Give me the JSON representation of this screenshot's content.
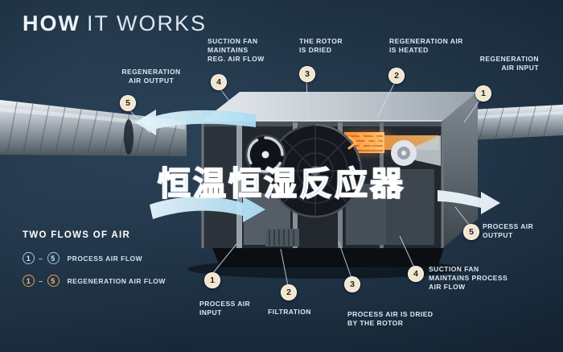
{
  "title": {
    "word1": "HOW",
    "word2": "IT WORKS"
  },
  "watermark": "恒温恒湿反应器",
  "regeneration_callouts": [
    {
      "num": "1",
      "label": "REGENERATION\nAIR INPUT"
    },
    {
      "num": "2",
      "label": "REGENERATION AIR\nIS HEATED"
    },
    {
      "num": "3",
      "label": "THE ROTOR\nIS DRIED"
    },
    {
      "num": "4",
      "label": "SUCTION FAN\nMAINTAINS\nREG. AIR FLOW"
    },
    {
      "num": "5",
      "label": "REGENERATION\nAIR OUTPUT"
    }
  ],
  "process_callouts": [
    {
      "num": "1",
      "label": "PROCESS AIR\nINPUT"
    },
    {
      "num": "2",
      "label": "FILTRATION"
    },
    {
      "num": "3",
      "label": "PROCESS AIR IS DRIED\nBY THE ROTOR"
    },
    {
      "num": "4",
      "label": "SUCTION FAN\nMAINTAINS PROCESS\nAIR FLOW"
    },
    {
      "num": "5",
      "label": "PROCESS AIR\nOUTPUT"
    }
  ],
  "legend": {
    "heading": "TWO FLOWS OF AIR",
    "range_separator": "–",
    "rows": [
      {
        "from": "1",
        "to": "5",
        "label": "PROCESS AIR FLOW"
      },
      {
        "from": "1",
        "to": "5",
        "label": "REGENERATION AIR FLOW"
      }
    ]
  },
  "colors": {
    "background": "#162735",
    "badge": "#f3e6cd",
    "accent_blue": "#9ed7f0",
    "accent_orange": "#ff9d3a",
    "watermark_blue": "#1f7fd6"
  }
}
